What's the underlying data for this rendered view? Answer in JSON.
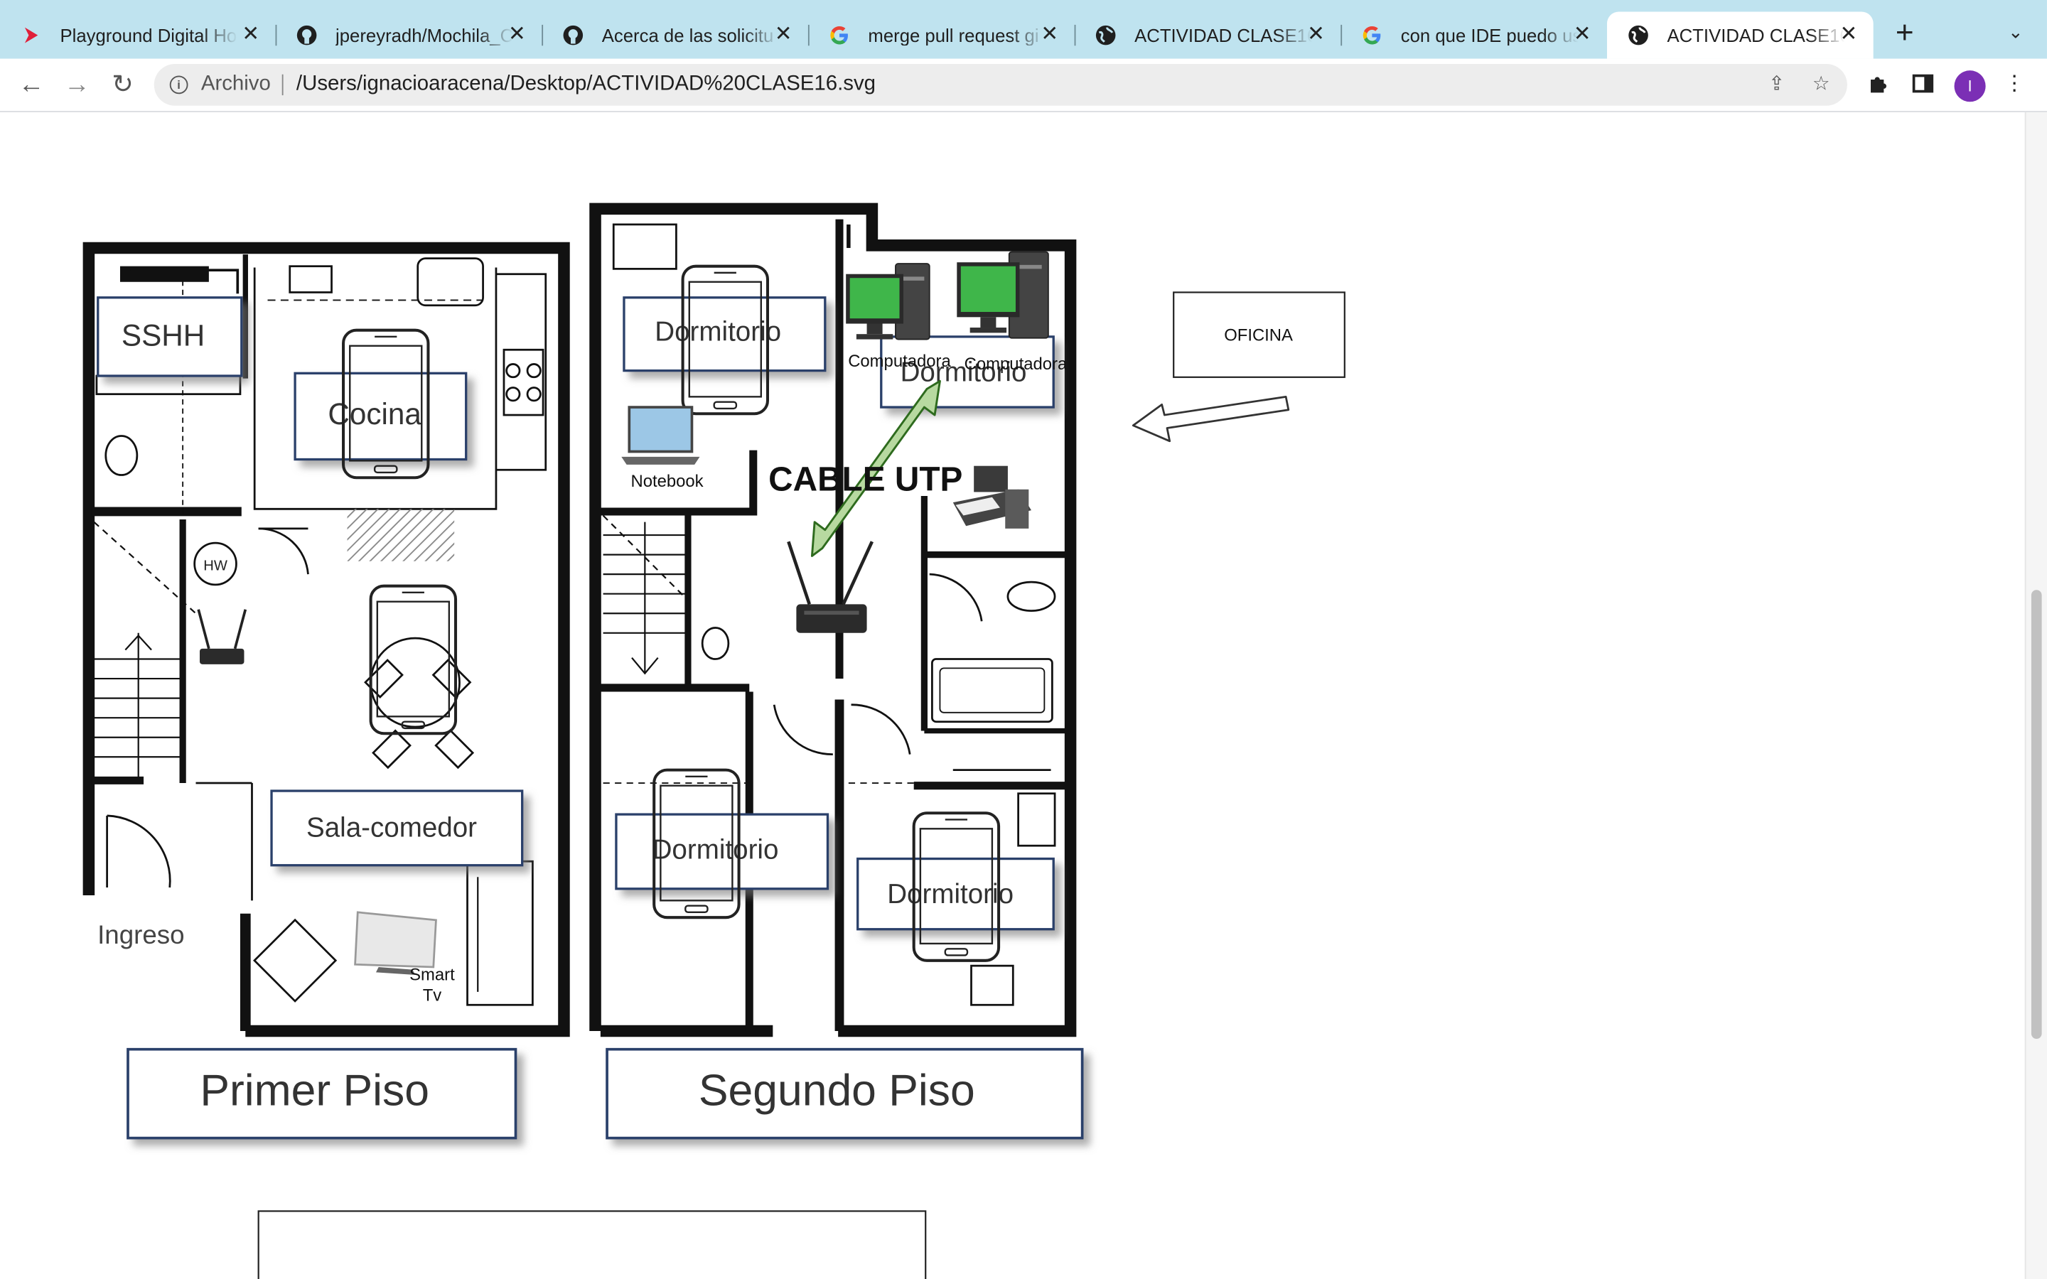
{
  "tabs": [
    {
      "title": "Playground Digital Ho",
      "icon": "playground-icon"
    },
    {
      "title": "jpereyradh/Mochila_C",
      "icon": "github-icon"
    },
    {
      "title": "Acerca de las solicitu",
      "icon": "github-icon"
    },
    {
      "title": "merge pull request gi",
      "icon": "google-icon"
    },
    {
      "title": "ACTIVIDAD CLASE16.",
      "icon": "globe-icon"
    },
    {
      "title": "con que IDE puedo us",
      "icon": "google-icon"
    },
    {
      "title": "ACTIVIDAD CLASE16.",
      "icon": "globe-icon"
    }
  ],
  "toolbar": {
    "scheme_label": "Archivo",
    "url": "/Users/ignacioaracena/Desktop/ACTIVIDAD%20CLASE16.svg",
    "avatar_letter": "I"
  },
  "plan": {
    "first_floor": {
      "title": "Primer Piso",
      "rooms": [
        "SSHH",
        "Cocina",
        "Sala-comedor"
      ],
      "entrance": "Ingreso",
      "hw_label": "HW",
      "device_tv": [
        "Smart",
        "Tv"
      ]
    },
    "second_floor": {
      "title": "Segundo Piso",
      "rooms": [
        "Dormitorio",
        "Dormitorio",
        "Dormitorio",
        "Dormitorio"
      ],
      "devices": [
        "Notebook",
        "Computadora",
        "Computadora"
      ]
    },
    "cable_label": "CABLE UTP",
    "office_label": "OFICINA"
  },
  "colors": {
    "tab_strip": "#bfe3ef",
    "arrow_fill": "#b7d9a0",
    "arrow_stroke": "#2e6b1e",
    "monitor_screen": "#3fb64a",
    "avatar": "#7b2fb5"
  }
}
